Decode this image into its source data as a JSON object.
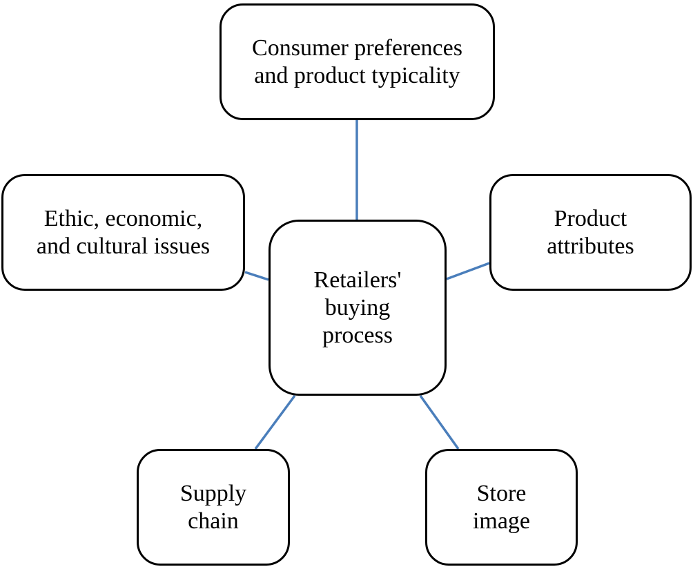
{
  "colors": {
    "connector": "#4a7ebb",
    "box_border": "#000000",
    "box_fill": "#ffffff",
    "text": "#000000"
  },
  "nodes": {
    "center": {
      "label": "Retailers'\nbuying\nprocess"
    },
    "top": {
      "label": "Consumer preferences\nand product typicality"
    },
    "left": {
      "label": "Ethic, economic,\nand cultural issues"
    },
    "right": {
      "label": "Product\nattributes"
    },
    "bottom_left": {
      "label": "Supply\nchain"
    },
    "bottom_right": {
      "label": "Store\nimage"
    }
  }
}
